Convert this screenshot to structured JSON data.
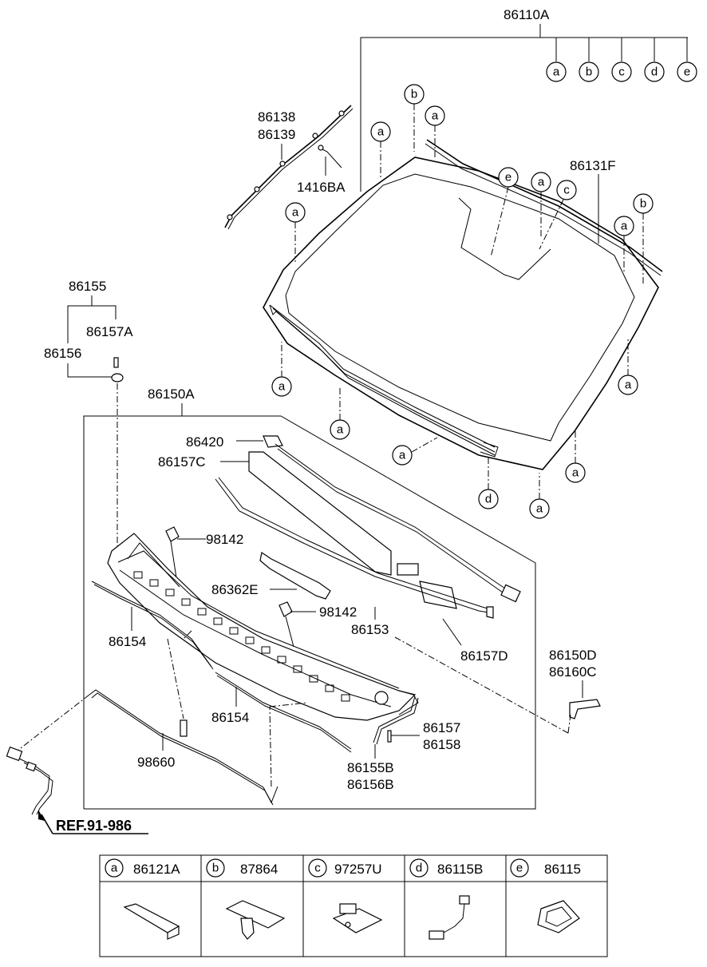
{
  "callouts": {
    "a": "a",
    "b": "b",
    "c": "c",
    "d": "d",
    "e": "e"
  },
  "labels": {
    "p86110A": "86110A",
    "p86138": "86138",
    "p86139": "86139",
    "p1416BA": "1416BA",
    "p86131F": "86131F",
    "p86155": "86155",
    "p86157A": "86157A",
    "p86156": "86156",
    "p86150A": "86150A",
    "p86420": "86420",
    "p86157C": "86157C",
    "p98142_top": "98142",
    "p86362E": "86362E",
    "p98142_mid": "98142",
    "p86153": "86153",
    "p86157D": "86157D",
    "p86154_left": "86154",
    "p86154_mid": "86154",
    "p86150D": "86150D",
    "p86160C": "86160C",
    "p86157": "86157",
    "p86158": "86158",
    "p86155B": "86155B",
    "p86156B": "86156B",
    "p98660": "98660",
    "ref": "REF.91-986"
  },
  "legend": [
    {
      "key": "a",
      "part": "86121A"
    },
    {
      "key": "b",
      "part": "87864"
    },
    {
      "key": "c",
      "part": "97257U"
    },
    {
      "key": "d",
      "part": "86115B"
    },
    {
      "key": "e",
      "part": "86115"
    }
  ]
}
